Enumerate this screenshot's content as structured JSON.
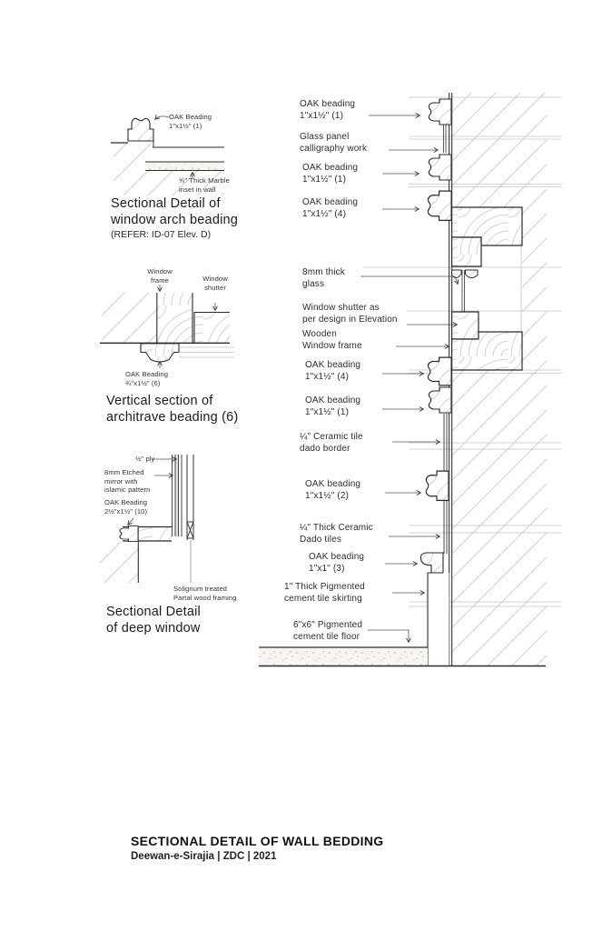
{
  "details": {
    "arch": {
      "title": "Sectional Detail of\nwindow arch beading",
      "subtitle": "(REFER: ID-07 Elev. D)",
      "beading_label": "OAK Beading\n1\"x1½\" (1)",
      "marble_label": "¾\" Thick Marble\ninset in wall"
    },
    "architrave": {
      "title": "Vertical section of\narchitrave beading (6)",
      "frame_label": "Window\nframe",
      "shutter_label": "Window\nshutter",
      "beading_label": "OAK Beading\n¾\"x1½\" (6)"
    },
    "deep_window": {
      "title": "Sectional Detail\nof deep window",
      "ply_label": "½\" ply",
      "mirror_label": "8mm Etched\nmirror with\nislamic pattern",
      "beading_label": "OAK Beading\n2½\"x1½\" (10)",
      "framing_label": "Solignum treated\nPartal wood framing"
    }
  },
  "wall_section": {
    "callouts": [
      {
        "text": "OAK beading\n1\"x1½\" (1)"
      },
      {
        "text": "Glass panel\ncalligraphy work"
      },
      {
        "text": "OAK beading\n1\"x1½\" (1)"
      },
      {
        "text": "OAK beading\n1\"x1½\" (4)"
      },
      {
        "text": "8mm thick\nglass"
      },
      {
        "text": "Window shutter as\nper design in Elevation"
      },
      {
        "text": "Wooden\nWindow frame"
      },
      {
        "text": "OAK beading\n1\"x1½\" (4)"
      },
      {
        "text": "OAK beading\n1\"x1½\" (1)"
      },
      {
        "text": "¼\" Ceramic tile\ndado border"
      },
      {
        "text": "OAK beading\n1\"x1½\" (2)"
      },
      {
        "text": "¼\" Thick Ceramic\nDado tiles"
      },
      {
        "text": "OAK beading\n1\"x1\" (3)"
      },
      {
        "text": "1\" Thick Pigmented\ncement tile skirting"
      },
      {
        "text": "6\"x6\" Pigmented\ncement tile floor"
      }
    ]
  },
  "footer": {
    "title": "SECTIONAL DETAIL OF WALL BEDDING",
    "subtitle": "Deewan-e-Sirajia | ZDC | 2021"
  },
  "colors": {
    "line_dark": "#2b2b2b",
    "line_faint": "#c4c4c4",
    "grain": "#c6c6c6",
    "stipple_bg": "#f6f5f2"
  }
}
